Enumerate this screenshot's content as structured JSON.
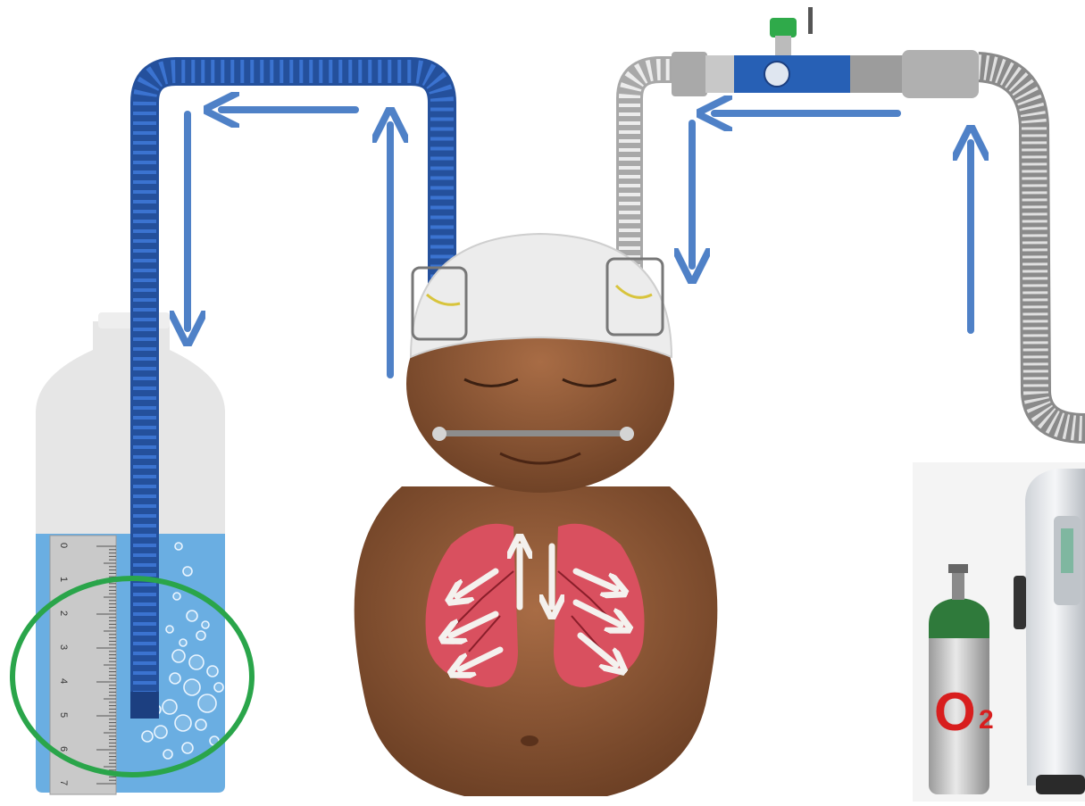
{
  "ruler": {
    "labels": [
      "0",
      "1",
      "2",
      "3",
      "4",
      "5",
      "6",
      "7"
    ]
  },
  "oxygen": {
    "symbol": "O",
    "subscript": "2"
  },
  "colors": {
    "tube_blue": "#2f67c4",
    "tube_gray": "#d8d8d8",
    "arrow_blue": "#4f81c7",
    "water": "#6aaee2",
    "bottle": "#e6e6e6",
    "highlight_circle": "#2aa54a",
    "skin": "#8a5634",
    "lung": "#d9505f",
    "o2_text": "#d81e1e"
  },
  "icons": [
    "arrow-icon",
    "oxygen-cylinder-icon",
    "oxygen-concentrator-icon",
    "valve-icon"
  ]
}
